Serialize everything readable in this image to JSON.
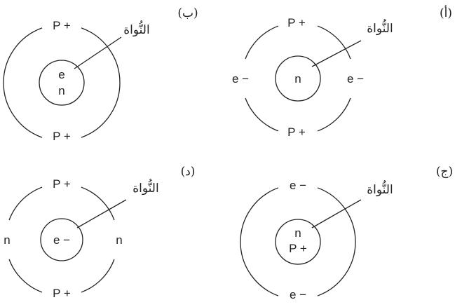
{
  "diagrams": [
    {
      "letter": "(ب)",
      "nucleus_label": "النُّواة",
      "outer": [
        "P +",
        "P +"
      ],
      "inner": [
        "e",
        "n"
      ]
    },
    {
      "letter": "(أ)",
      "nucleus_label": "النُّواة",
      "outer": [
        "P +",
        "P +",
        "e −",
        "e −"
      ],
      "inner": [
        "n"
      ]
    },
    {
      "letter": "(د)",
      "nucleus_label": "النُّواة",
      "outer": [
        "P +",
        "P +",
        "n",
        "n"
      ],
      "inner": [
        "e −"
      ]
    },
    {
      "letter": "(ج)",
      "nucleus_label": "النُّواة",
      "outer": [
        "e −",
        "e −"
      ],
      "inner": [
        "n",
        "P +"
      ]
    }
  ]
}
